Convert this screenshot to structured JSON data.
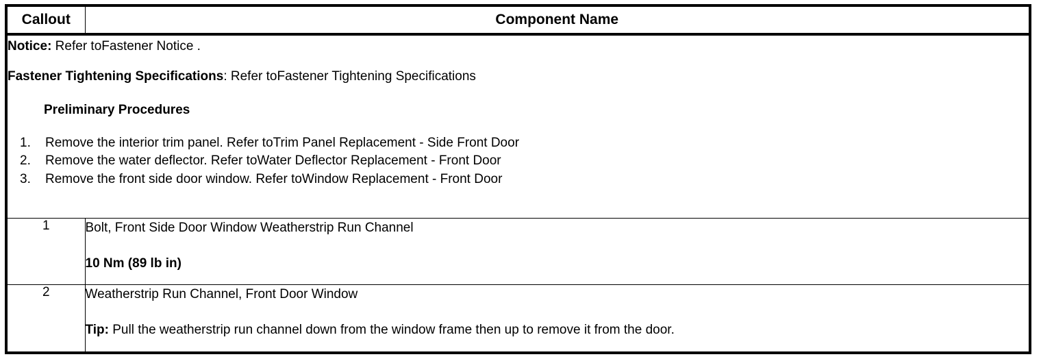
{
  "table": {
    "headers": {
      "callout": "Callout",
      "component_name": "Component Name"
    },
    "intro": {
      "notice": {
        "label": "Notice:",
        "text": " Refer toFastener Notice ."
      },
      "fastener_spec": {
        "label": "Fastener Tightening Specifications",
        "text": ": Refer toFastener Tightening Specifications"
      },
      "preliminary_heading": "Preliminary Procedures",
      "procedures": [
        "Remove the interior trim panel. Refer toTrim Panel Replacement - Side Front Door",
        "Remove the water deflector. Refer toWater Deflector Replacement - Front Door",
        "Remove the front side door window. Refer toWindow Replacement - Front Door"
      ]
    },
    "rows": [
      {
        "callout": "1",
        "primary": "Bolt, Front Side Door Window Weatherstrip Run Channel",
        "secondary_label": "",
        "secondary_text": "10 Nm (89 lb in)",
        "secondary_bold": true
      },
      {
        "callout": "2",
        "primary": "Weatherstrip Run Channel, Front Door Window",
        "secondary_label": "Tip:",
        "secondary_text": " Pull the weatherstrip run channel down from the window frame then up to remove it from the door.",
        "secondary_bold": false
      }
    ]
  },
  "colors": {
    "border": "#000000",
    "text": "#000000",
    "background": "#ffffff"
  }
}
